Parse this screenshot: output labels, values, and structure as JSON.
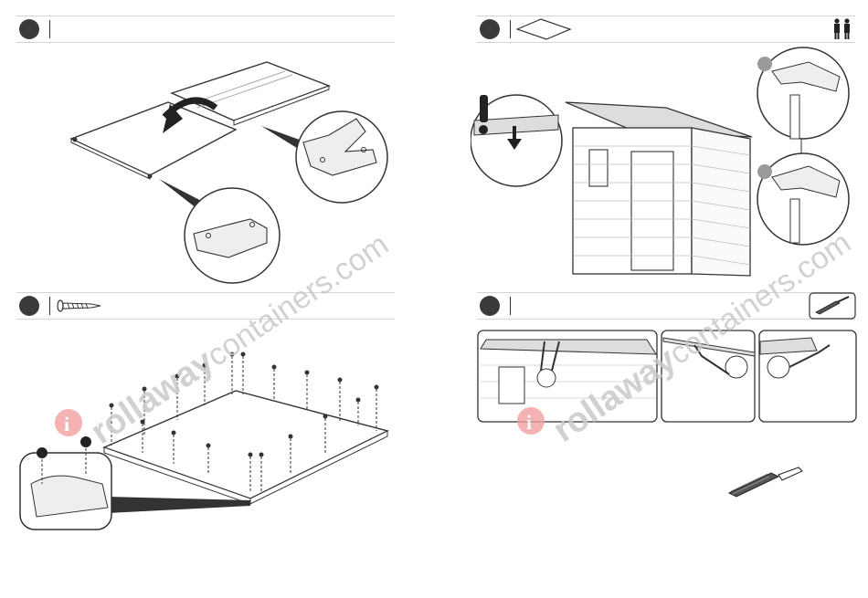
{
  "watermark": {
    "brand": "rollaway",
    "suffix": "containers.com"
  },
  "steps": [
    {
      "id": "step-top-left",
      "icon": "none"
    },
    {
      "id": "step-top-right",
      "icon": "roof-panel-icon",
      "extra_icon": "two-people-icon"
    },
    {
      "id": "step-bottom-left",
      "icon": "screw-icon"
    },
    {
      "id": "step-bottom-right",
      "icon": "none",
      "extra_icon": "screwdriver-icon"
    }
  ],
  "colors": {
    "line": "#333333",
    "step_dot": "#3a3a3a",
    "watermark": "#c9c9c9",
    "logo": "#f2a0a0"
  }
}
